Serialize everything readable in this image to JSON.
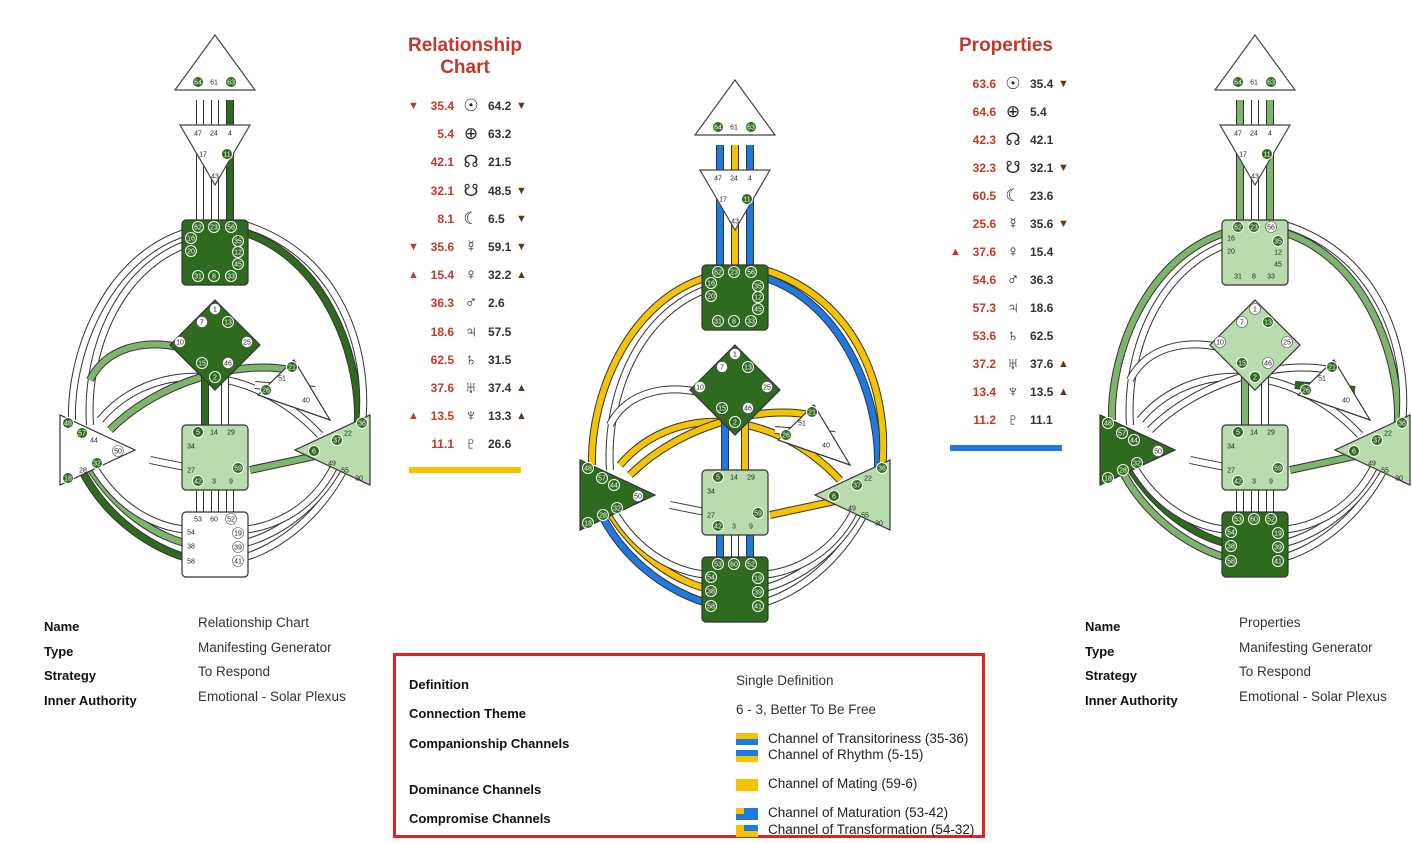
{
  "left_panel": {
    "title": "Relationship Chart",
    "rows": [
      {
        "left_arrow": "▼",
        "left": "35.4",
        "symbol": "☉",
        "right": "64.2",
        "right_arrow": "▼"
      },
      {
        "left_arrow": "",
        "left": "5.4",
        "symbol": "⊕",
        "right": "63.2",
        "right_arrow": ""
      },
      {
        "left_arrow": "",
        "left": "42.1",
        "symbol": "☊",
        "right": "21.5",
        "right_arrow": ""
      },
      {
        "left_arrow": "",
        "left": "32.1",
        "symbol": "☋",
        "right": "48.5",
        "right_arrow": "▼"
      },
      {
        "left_arrow": "",
        "left": "8.1",
        "symbol": "☾",
        "right": "6.5",
        "right_arrow": "▼"
      },
      {
        "left_arrow": "▼",
        "left": "35.6",
        "symbol": "☿",
        "right": "59.1",
        "right_arrow": "▼"
      },
      {
        "left_arrow": "▲",
        "left": "15.4",
        "symbol": "♀",
        "right": "32.2",
        "right_arrow": "▲"
      },
      {
        "left_arrow": "",
        "left": "36.3",
        "symbol": "♂",
        "right": "2.6",
        "right_arrow": ""
      },
      {
        "left_arrow": "",
        "left": "18.6",
        "symbol": "♃",
        "right": "57.5",
        "right_arrow": ""
      },
      {
        "left_arrow": "",
        "left": "62.5",
        "symbol": "♄",
        "right": "31.5",
        "right_arrow": ""
      },
      {
        "left_arrow": "",
        "left": "37.6",
        "symbol": "♅",
        "right": "37.4",
        "right_arrow": "▲"
      },
      {
        "left_arrow": "▲",
        "left": "13.5",
        "symbol": "♆",
        "right": "13.3",
        "right_arrow": "▲"
      },
      {
        "left_arrow": "",
        "left": "11.1",
        "symbol": "♇",
        "right": "26.6",
        "right_arrow": ""
      }
    ],
    "bar_color": "#f5c400"
  },
  "right_panel": {
    "title": "Properties",
    "rows": [
      {
        "left_arrow": "",
        "left": "63.6",
        "symbol": "☉",
        "right": "35.4",
        "right_arrow": "▼"
      },
      {
        "left_arrow": "",
        "left": "64.6",
        "symbol": "⊕",
        "right": "5.4",
        "right_arrow": ""
      },
      {
        "left_arrow": "",
        "left": "42.3",
        "symbol": "☊",
        "right": "42.1",
        "right_arrow": ""
      },
      {
        "left_arrow": "",
        "left": "32.3",
        "symbol": "☋",
        "right": "32.1",
        "right_arrow": "▼"
      },
      {
        "left_arrow": "",
        "left": "60.5",
        "symbol": "☾",
        "right": "23.6",
        "right_arrow": ""
      },
      {
        "left_arrow": "",
        "left": "25.6",
        "symbol": "☿",
        "right": "35.6",
        "right_arrow": "▼"
      },
      {
        "left_arrow": "▲",
        "left": "37.6",
        "symbol": "♀",
        "right": "15.4",
        "right_arrow": ""
      },
      {
        "left_arrow": "",
        "left": "54.6",
        "symbol": "♂",
        "right": "36.3",
        "right_arrow": ""
      },
      {
        "left_arrow": "",
        "left": "57.3",
        "symbol": "♃",
        "right": "18.6",
        "right_arrow": ""
      },
      {
        "left_arrow": "",
        "left": "53.6",
        "symbol": "♄",
        "right": "62.5",
        "right_arrow": ""
      },
      {
        "left_arrow": "",
        "left": "37.2",
        "symbol": "♅",
        "right": "37.6",
        "right_arrow": "▲"
      },
      {
        "left_arrow": "",
        "left": "13.4",
        "symbol": "♆",
        "right": "13.5",
        "right_arrow": "▲"
      },
      {
        "left_arrow": "",
        "left": "11.2",
        "symbol": "♇",
        "right": "11.1",
        "right_arrow": ""
      }
    ],
    "bar_color": "#1f7ae0"
  },
  "left_info": {
    "labels": [
      "Name",
      "Type",
      "Strategy",
      "Inner Authority"
    ],
    "values": [
      "Relationship Chart",
      "Manifesting Generator",
      "To Respond",
      "Emotional - Solar Plexus"
    ]
  },
  "right_info": {
    "labels": [
      "Name",
      "Type",
      "Strategy",
      "Inner Authority"
    ],
    "values": [
      "Properties",
      "Manifesting Generator",
      "To Respond",
      "Emotional - Solar Plexus"
    ]
  },
  "summary": {
    "definition_label": "Definition",
    "definition_value": "Single Definition",
    "theme_label": "Connection Theme",
    "theme_value": "6 - 3, Better To Be Free",
    "companionship_label": "Companionship Channels",
    "companionship_channels": [
      "Channel of Transitoriness (35-36)",
      "Channel of Rhythm (5-15)"
    ],
    "dominance_label": "Dominance Channels",
    "dominance_channels": [
      "Channel of Mating (59-6)"
    ],
    "compromise_label": "Compromise Channels",
    "compromise_channels": [
      "Channel of Maturation (53-42)",
      "Channel of Transformation (54-32)"
    ]
  },
  "colors": {
    "dark_green": "#2f6b1f",
    "light_green": "#b9dcae",
    "mid_green": "#7fb46e",
    "yellow": "#f5c400",
    "blue": "#1f7ae0",
    "accent_red": "#c0392b",
    "border_red": "#e02424"
  },
  "bodygraph_gates": {
    "head": [
      "64",
      "61",
      "63"
    ],
    "ajna": [
      "47",
      "24",
      "4",
      "17",
      "11",
      "43"
    ],
    "throat": [
      "62",
      "23",
      "56",
      "16",
      "35",
      "20",
      "12",
      "45",
      "31",
      "8",
      "33"
    ],
    "g": [
      "1",
      "7",
      "13",
      "10",
      "25",
      "15",
      "46",
      "2"
    ],
    "heart": [
      "21",
      "51",
      "26",
      "40"
    ],
    "sacral": [
      "5",
      "14",
      "29",
      "34",
      "27",
      "59",
      "42",
      "3",
      "9"
    ],
    "spleen": [
      "48",
      "57",
      "44",
      "50",
      "32",
      "28",
      "18"
    ],
    "solar": [
      "36",
      "22",
      "37",
      "6",
      "49",
      "55",
      "30"
    ],
    "root": [
      "53",
      "60",
      "52",
      "54",
      "19",
      "38",
      "39",
      "58",
      "41"
    ]
  }
}
